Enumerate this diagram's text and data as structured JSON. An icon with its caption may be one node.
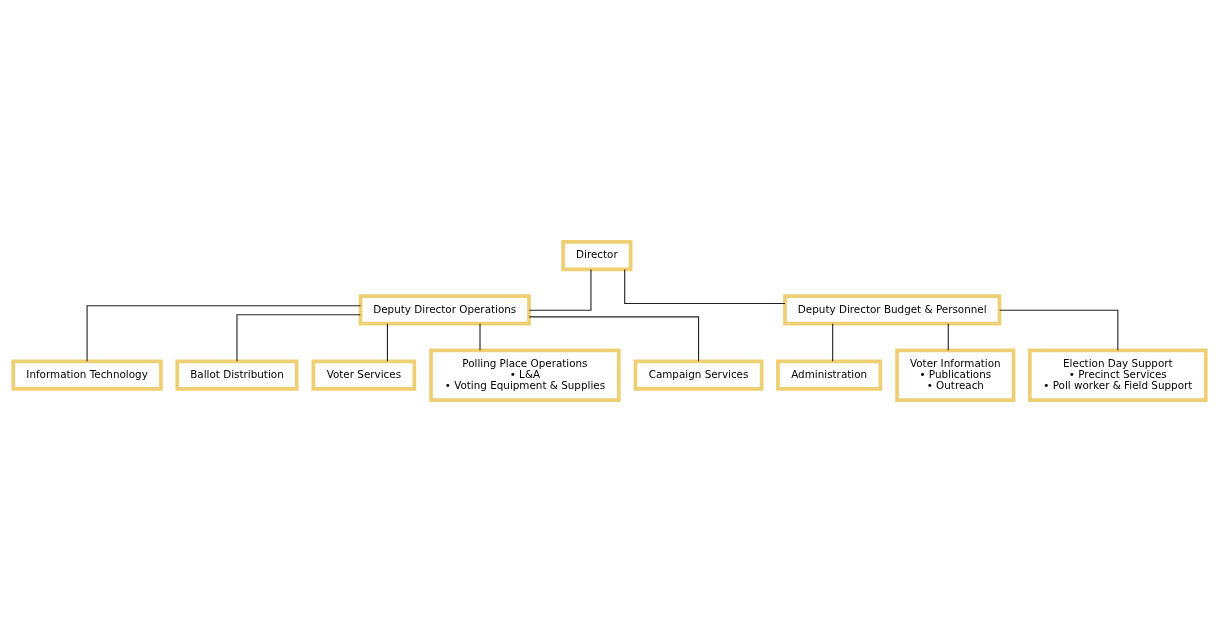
{
  "diagram": {
    "nodes": [
      {
        "text": [
          "Director"
        ]
      },
      {
        "text": [
          "Deputy Director Operations"
        ]
      },
      {
        "text": [
          "Deputy Director Budget & Personnel"
        ]
      },
      {
        "text": [
          "Information Technology"
        ]
      },
      {
        "text": [
          "Ballot Distribution"
        ]
      },
      {
        "text": [
          "Voter Services"
        ]
      },
      {
        "text": [
          "Polling Place Operations",
          "• L&A",
          "• Voting Equipment & Supplies"
        ]
      },
      {
        "text": [
          "Campaign Services"
        ]
      },
      {
        "text": [
          "Administration"
        ]
      },
      {
        "text": [
          "Voter Information",
          "• Publications",
          "• Outreach"
        ]
      },
      {
        "text": [
          "Election Day Support",
          "• Precinct Services",
          "• Poll worker & Field Support"
        ]
      }
    ],
    "edges": [
      {
        "from": 0,
        "to": 1,
        "arrow": "none"
      },
      {
        "from": 0,
        "to": 2,
        "arrow": "none"
      },
      {
        "from": 1,
        "to": 3,
        "arrow": "none"
      },
      {
        "from": 1,
        "to": 4,
        "arrow": "none"
      },
      {
        "from": 1,
        "to": 5,
        "arrow": "none"
      },
      {
        "from": 1,
        "to": 6,
        "arrow": "none"
      },
      {
        "from": 1,
        "to": 7,
        "arrow": "none"
      },
      {
        "from": 2,
        "to": 8,
        "arrow": "none"
      },
      {
        "from": 2,
        "to": 9,
        "arrow": "none"
      },
      {
        "from": 2,
        "to": 10,
        "arrow": "none"
      }
    ]
  }
}
